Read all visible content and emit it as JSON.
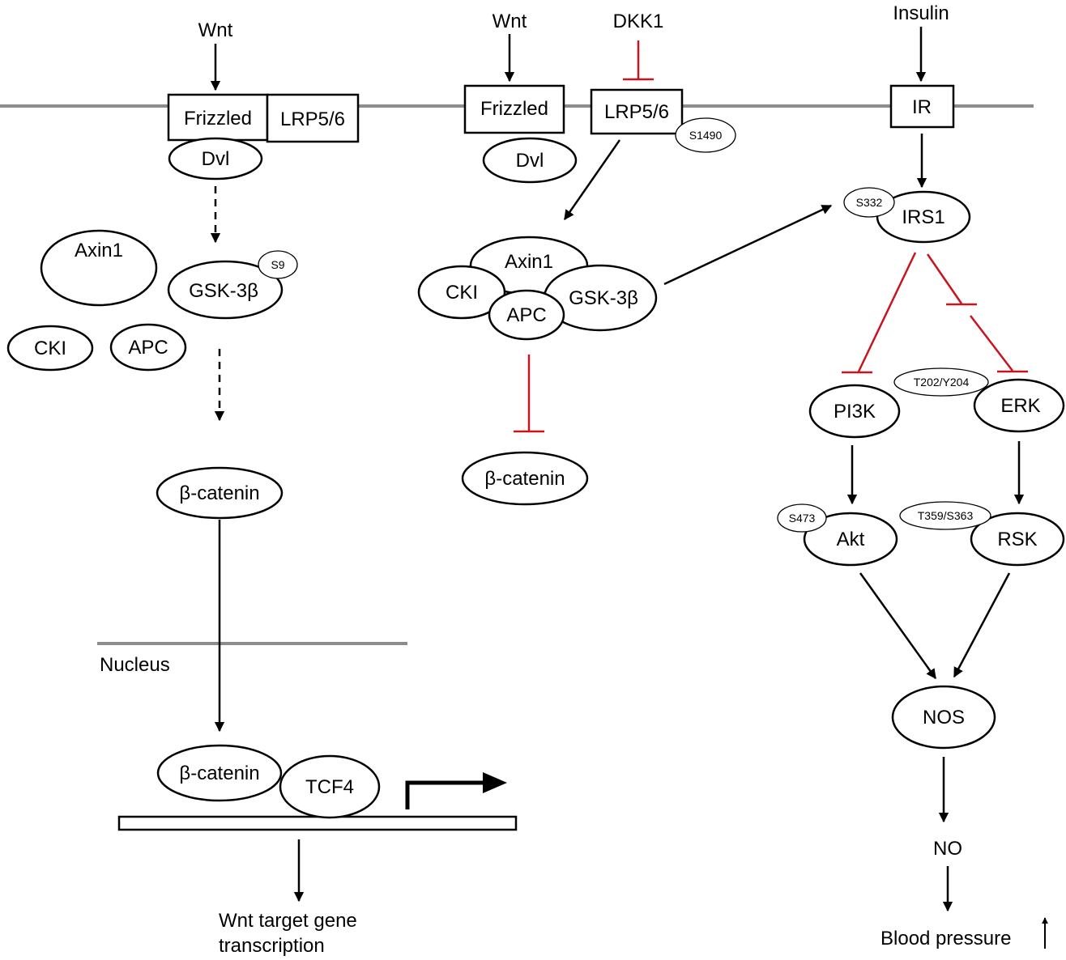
{
  "colors": {
    "activation": "#000000",
    "inhibition": "#c8141e",
    "membrane": "#8c8c8c"
  },
  "left": {
    "ligand": "Wnt",
    "frizzled": "Frizzled",
    "lrp": "LRP5/6",
    "dvl": "Dvl",
    "axin1": "Axin1",
    "gsk3b": "GSK-3β",
    "gsk_site": "S9",
    "cki": "CKI",
    "apc": "APC",
    "bcat": "β-catenin",
    "nucleus": "Nucleus",
    "bcat_nuc": "β-catenin",
    "tcf4": "TCF4",
    "output_line1": "Wnt target gene",
    "output_line2": "transcription"
  },
  "middle": {
    "ligand": "Wnt",
    "dkk1": "DKK1",
    "frizzled": "Frizzled",
    "lrp": "LRP5/6",
    "lrp_site": "S1490",
    "dvl": "Dvl",
    "axin1": "Axin1",
    "cki": "CKI",
    "apc": "APC",
    "gsk3b": "GSK-3β",
    "bcat": "β-catenin"
  },
  "right": {
    "ligand": "Insulin",
    "ir": "IR",
    "irs1": "IRS1",
    "irs1_site": "S332",
    "pi3k": "PI3K",
    "erk": "ERK",
    "erk_site": "T202/Y204",
    "akt": "Akt",
    "akt_site": "S473",
    "rsk": "RSK",
    "rsk_site": "T359/S363",
    "nos": "NOS",
    "no": "NO",
    "bp": "Blood pressure"
  }
}
